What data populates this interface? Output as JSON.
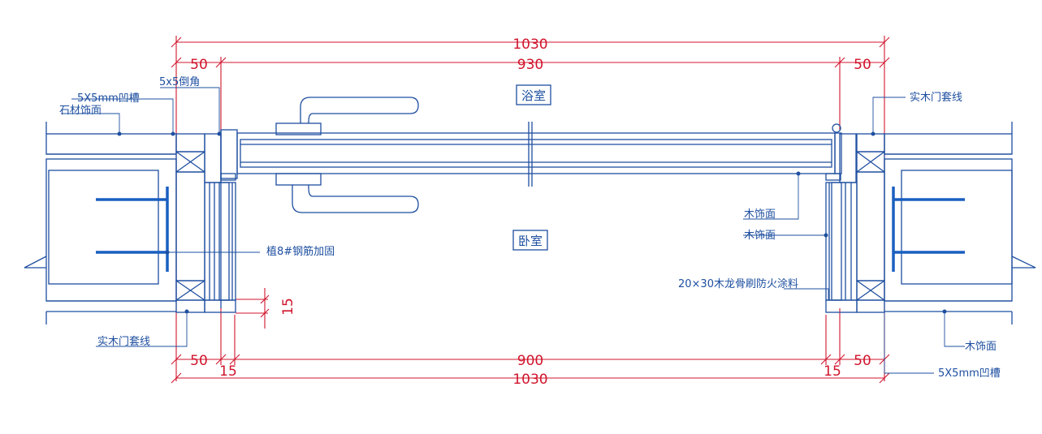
{
  "dimensions": {
    "top_total": "1030",
    "top_left": "50",
    "top_middle": "930",
    "top_right": "50",
    "bottom_left": "50",
    "bottom_middle": "900",
    "bottom_right": "50",
    "bottom_total": "1030",
    "bottom_left_offset": "15",
    "bottom_right_offset": "15",
    "vertical_gap": "15"
  },
  "rooms": {
    "bathroom": "浴室",
    "bedroom": "卧室"
  },
  "labels": {
    "groove_top_left": "5X5mm凹槽",
    "stone_finish": "石材饰面",
    "chamfer": "5x5倒角",
    "rebar": "植8#钢筋加固",
    "casing_bottom_left": "实木门套线",
    "casing_top_right": "实木门套线",
    "wood_finish_1": "木饰面",
    "wood_finish_2": "木饰面",
    "keel": "20×30木龙骨刷防火涂料",
    "wood_finish_3": "木饰面",
    "groove_bottom_right": "5X5mm凹槽"
  },
  "colors": {
    "outline": "#1e4fa0",
    "dimension": "#d0142c",
    "rebar": "#1a5fc0"
  }
}
